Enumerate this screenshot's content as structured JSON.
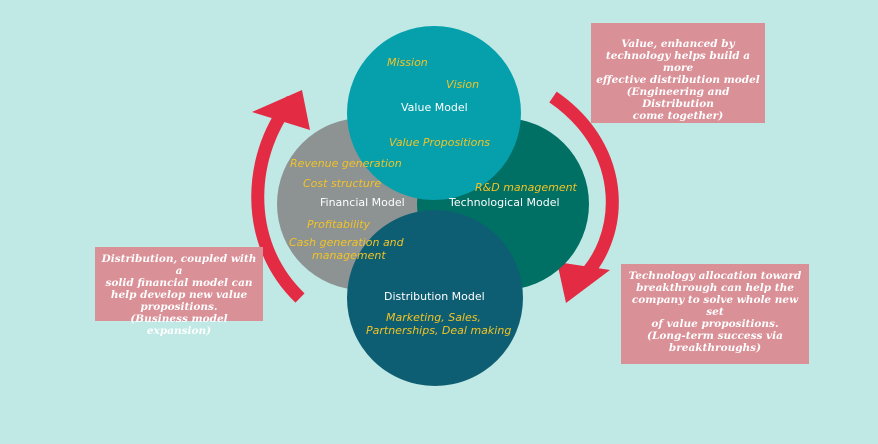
{
  "colors": {
    "background": "#c0e9e6",
    "value": "#06a0ac",
    "financial": "#8d9393",
    "technological": "#007064",
    "distribution": "#0e5e73",
    "item_text": "#f2c325",
    "arrow": "#e42b44",
    "note_box": "#d99097"
  },
  "value_model": {
    "title": "Value Model",
    "item1": "Mission",
    "item2": "Vision",
    "item3": "Value Propositions"
  },
  "financial_model": {
    "title": "Financial Model",
    "item1": "Revenue generation",
    "item2": "Cost structure",
    "item3": "Profitability",
    "item4": "Cash generation and",
    "item5": "management"
  },
  "technological_model": {
    "title": "Technological Model",
    "item1": "R&D management"
  },
  "distribution_model": {
    "title": "Distribution Model",
    "item1": "Marketing, Sales,",
    "item2": "Partnerships, Deal making"
  },
  "notes": {
    "top_right": {
      "line1": "Value, enhanced by",
      "line2": "technology helps build a more",
      "line3": "effective distribution model",
      "line4": "(Engineering and Distribution",
      "line5": "come together)"
    },
    "left": {
      "line1": "Distribution, coupled with a",
      "line2": "solid financial model can",
      "line3": "help develop new value",
      "line4": "propositions.",
      "line5": "(Business model expansion)"
    },
    "bottom_right": {
      "line1": "Technology allocation toward",
      "line2": "breakthrough can help the",
      "line3": "company to solve whole new set",
      "line4": "of value propositions.",
      "line5": "(Long-term success via",
      "line6": "breakthroughs)"
    }
  }
}
